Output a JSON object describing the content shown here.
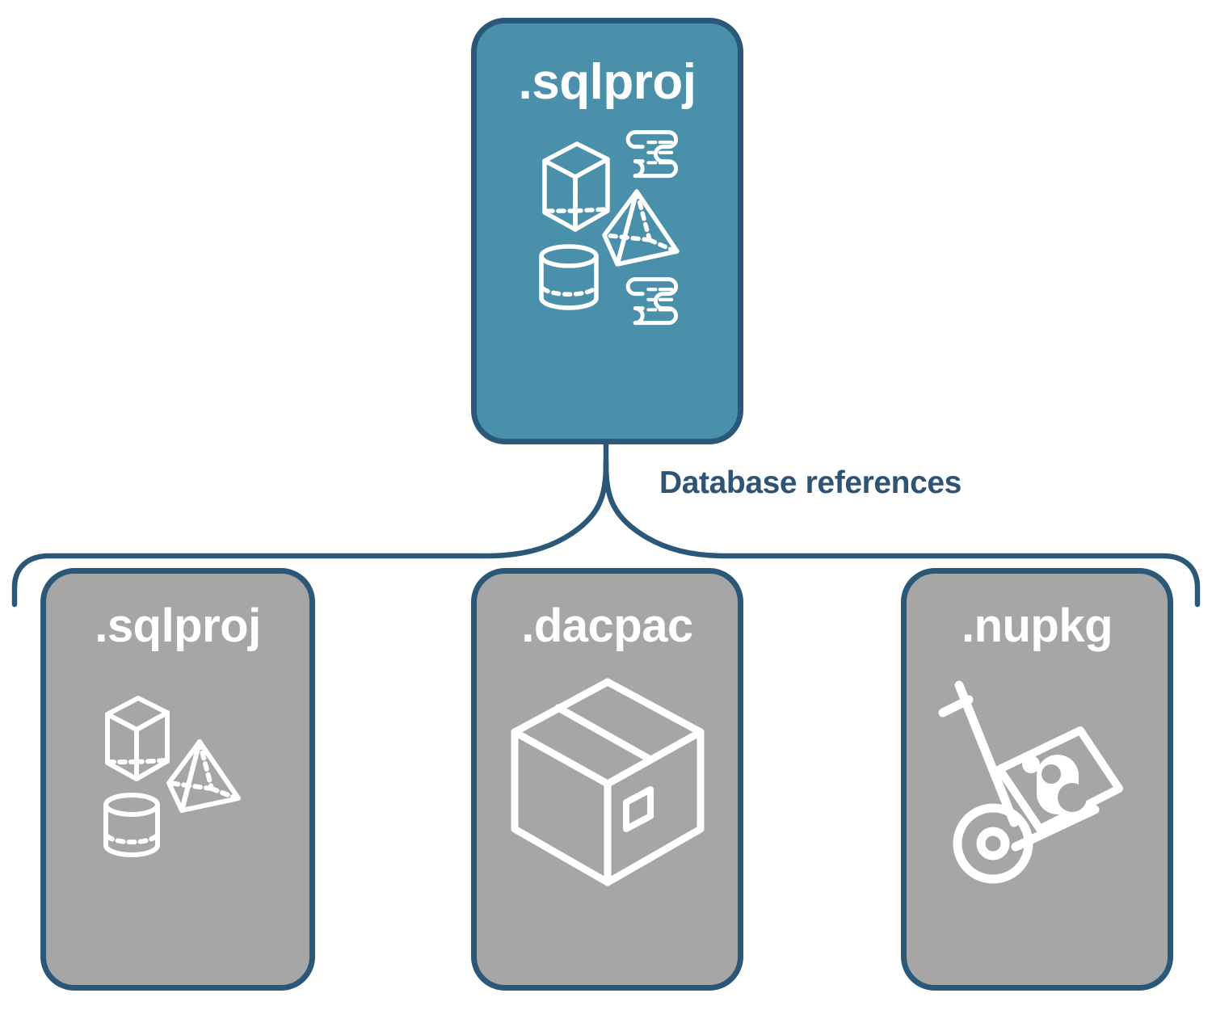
{
  "diagram": {
    "title_text": "Database references",
    "colors": {
      "primary_fill": "#4a90ab",
      "secondary_fill": "#a6a6a6",
      "stroke": "#2b5878",
      "label_text": "#2e5374",
      "icon_stroke": "#ffffff",
      "background": "#ffffff"
    },
    "root": {
      "label": ".sqlproj",
      "icons": [
        "cube-icon",
        "pyramid-icon",
        "cylinder-icon",
        "scroll-icon",
        "scroll-icon"
      ]
    },
    "edge": {
      "label": "Database references",
      "style": "curly-brace"
    },
    "children": [
      {
        "label": ".sqlproj",
        "icons": [
          "cube-icon",
          "pyramid-icon",
          "cylinder-icon"
        ]
      },
      {
        "label": ".dacpac",
        "icons": [
          "package-box-icon"
        ]
      },
      {
        "label": ".nupkg",
        "icons": [
          "hand-truck-icon",
          "nuget-package-icon"
        ]
      }
    ]
  }
}
